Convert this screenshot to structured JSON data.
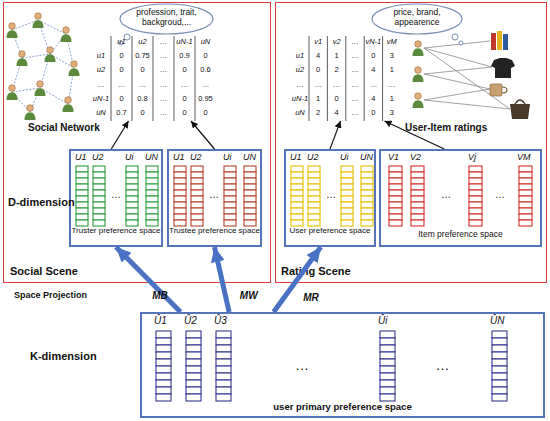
{
  "diagram": {
    "nodes": [
      {
        "text": [
          "Social Scene"
        ]
      },
      {
        "text": [
          "profession, trait, backgroud,..."
        ],
        "in": 0
      },
      {
        "text": [
          "u1",
          "u2",
          "…",
          "uN-1",
          "uN",
          "u1",
          "0",
          "0.75",
          "…",
          "0.9",
          "0",
          "u2",
          "0",
          "0",
          "…",
          "0",
          "0.6",
          "…",
          "…",
          "…",
          "…",
          "…",
          "…",
          "uN-1",
          "0",
          "0.8",
          "…",
          "0",
          "0.95",
          "uN",
          "0.7",
          "0",
          "…",
          "0",
          "0"
        ],
        "in": 0
      },
      {
        "text": [
          "U1",
          "U2",
          "…",
          "Ui",
          "UN",
          "Truster preference space"
        ],
        "in": 0
      },
      {
        "text": [
          "U1",
          "U2",
          "…",
          "Ui",
          "UN",
          "Trustee preference space"
        ],
        "in": 0
      },
      {
        "text": [
          "Rating Scene"
        ]
      },
      {
        "text": [
          "price, brand, appearence"
        ],
        "in": 5
      },
      {
        "text": [
          "v1",
          "v2",
          "…",
          "vN-1",
          "vM",
          "u1",
          "4",
          "1",
          "…",
          "0",
          "3",
          "u2",
          "0",
          "2",
          "…",
          "4",
          "1",
          "…",
          "…",
          "…",
          "…",
          "…",
          "…",
          "uN-1",
          "1",
          "0",
          "…",
          "4",
          "1",
          "uN",
          "2",
          "4",
          "…",
          "0",
          "3"
        ],
        "in": 5
      },
      {
        "text": [
          "U1",
          "U2",
          "…",
          "Ui",
          "UN",
          "User preference space"
        ],
        "in": 5
      },
      {
        "text": [
          "V1",
          "V2",
          "…",
          "Vj",
          "…",
          "VM",
          "Item preference space"
        ],
        "in": 5
      },
      {
        "text": [
          "Û1",
          "Û2",
          "Û3",
          "…",
          "Ûi",
          "…",
          "ÛN",
          "user primary preference space"
        ]
      }
    ],
    "edges": [
      {
        "from": 3,
        "to": 2,
        "arrow": "to"
      },
      {
        "from": 4,
        "to": 2,
        "arrow": "to"
      },
      {
        "from": 8,
        "to": 7,
        "arrow": "to"
      },
      {
        "from": 9,
        "to": 7,
        "arrow": "to"
      },
      {
        "from": 10,
        "to": 3,
        "label": "MB",
        "arrow": "to"
      },
      {
        "from": 10,
        "to": 4,
        "label": "MW",
        "arrow": "to"
      },
      {
        "from": 10,
        "to": 8,
        "label": "MR",
        "arrow": "to"
      }
    ],
    "labels": [
      "Social Network",
      "User-Item ratings",
      "D-dimension",
      "Space Projection",
      "K-dimension"
    ]
  }
}
